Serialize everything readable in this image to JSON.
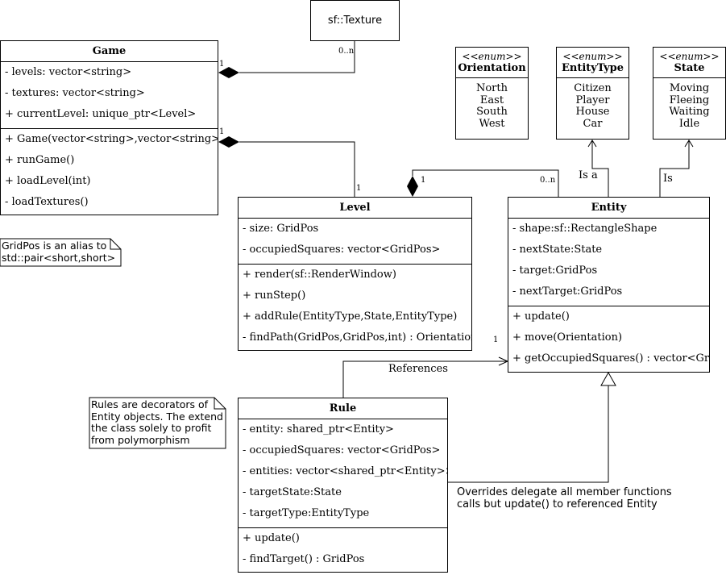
{
  "texture": {
    "name": "sf::Texture"
  },
  "game": {
    "name": "Game",
    "attributes": [
      "- levels: vector<string>",
      "- textures: vector<string>",
      "+ currentLevel: unique_ptr<Level>"
    ],
    "methods": [
      "+ Game(vector<string>,vector<string>)",
      "+ runGame()",
      "+ loadLevel(int)",
      "-  loadTextures()"
    ]
  },
  "level": {
    "name": "Level",
    "attributes": [
      "- size: GridPos",
      "- occupiedSquares: vector<GridPos>"
    ],
    "methods": [
      "+ render(sf::RenderWindow)",
      "+ runStep()",
      "+ addRule(EntityType,State,EntityType)",
      "- findPath(GridPos,GridPos,int) : Orientation"
    ]
  },
  "entity": {
    "name": "Entity",
    "attributes": [
      "- shape:sf::RectangleShape",
      "- nextState:State",
      "- target:GridPos",
      "- nextTarget:GridPos"
    ],
    "methods": [
      "+ update()",
      "+ move(Orientation)",
      "+ getOccupiedSquares() : vector<GridPos>"
    ]
  },
  "rule": {
    "name": "Rule",
    "attributes": [
      "- entity: shared_ptr<Entity>",
      "- occupiedSquares: vector<GridPos>",
      "- entities: vector<shared_ptr<Entity>>",
      "- targetState:State",
      "- targetType:EntityType"
    ],
    "methods": [
      "+ update()",
      "- findTarget() : GridPos"
    ]
  },
  "enums": {
    "orientation": {
      "stereotype": "<<enum>>",
      "name": "Orientation",
      "values": [
        "North",
        "East",
        "South",
        "West"
      ]
    },
    "entity_type": {
      "stereotype": "<<enum>>",
      "name": "EntityType",
      "values": [
        "Citizen",
        "Player",
        "House",
        "Car"
      ]
    },
    "state": {
      "stereotype": "<<enum>>",
      "name": "State",
      "values": [
        "Moving",
        "Fleeing",
        "Waiting",
        "Idle"
      ]
    }
  },
  "notes": {
    "gridpos": "GridPos is an alias to std::pair<short,short>",
    "rules": "Rules are decorators of Entity objects. The extend the class solely to profit from polymorphism"
  },
  "edge_labels": {
    "game_texture_src": "1",
    "game_texture_dst": "0..n",
    "game_level_src": "1",
    "game_level_dst": "1",
    "level_entity_src": "1",
    "level_entity_dst": "0..n",
    "rule_entity_dst": "1",
    "references": "References",
    "is_a": "Is a",
    "is": "Is",
    "overrides": "Overrides delegate all member functions calls but update() to referenced Entity"
  },
  "colors": {
    "line": "#000000",
    "background": "#ffffff"
  }
}
